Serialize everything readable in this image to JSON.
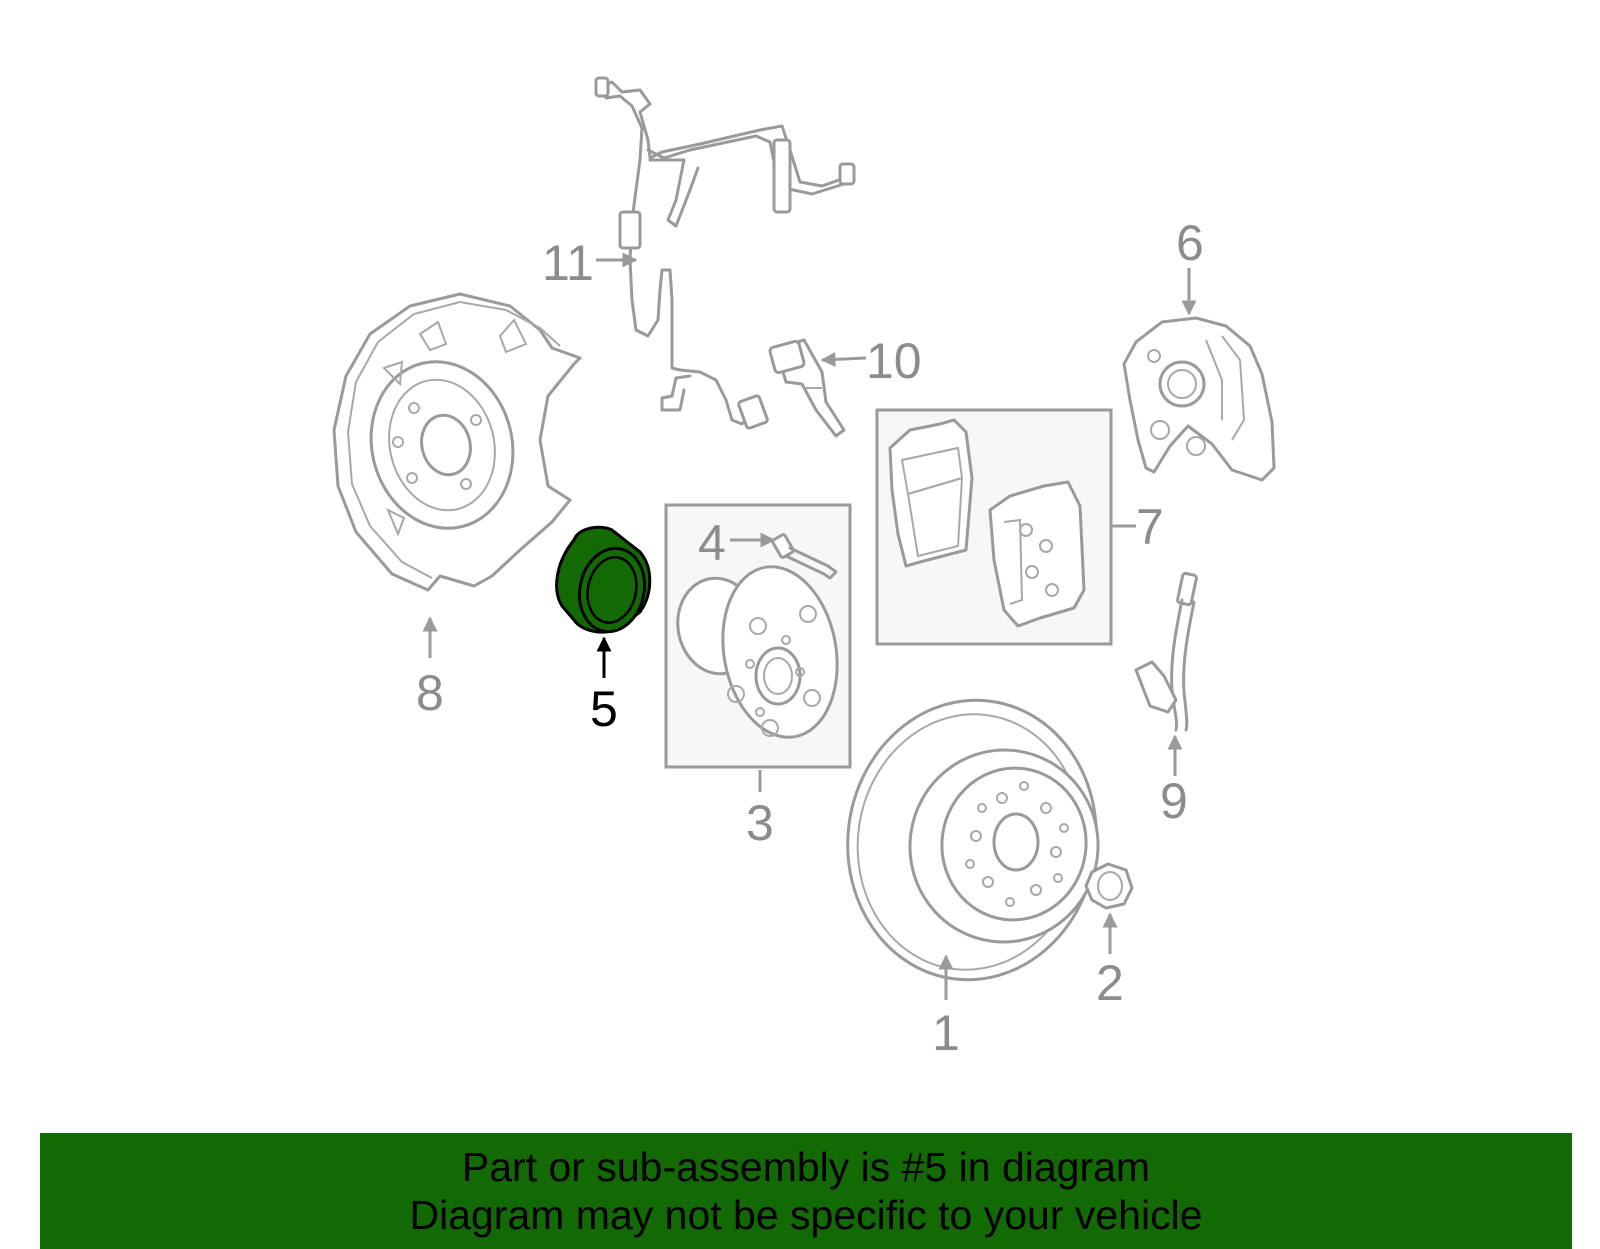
{
  "highlight_color": "#136a05",
  "highlighted_part": "5",
  "callouts": [
    "1",
    "2",
    "3",
    "4",
    "5",
    "6",
    "7",
    "8",
    "9",
    "10",
    "11"
  ],
  "banner": {
    "line1": "Part or sub-assembly is #5 in diagram",
    "line2": "Diagram may not be specific to your vehicle"
  }
}
